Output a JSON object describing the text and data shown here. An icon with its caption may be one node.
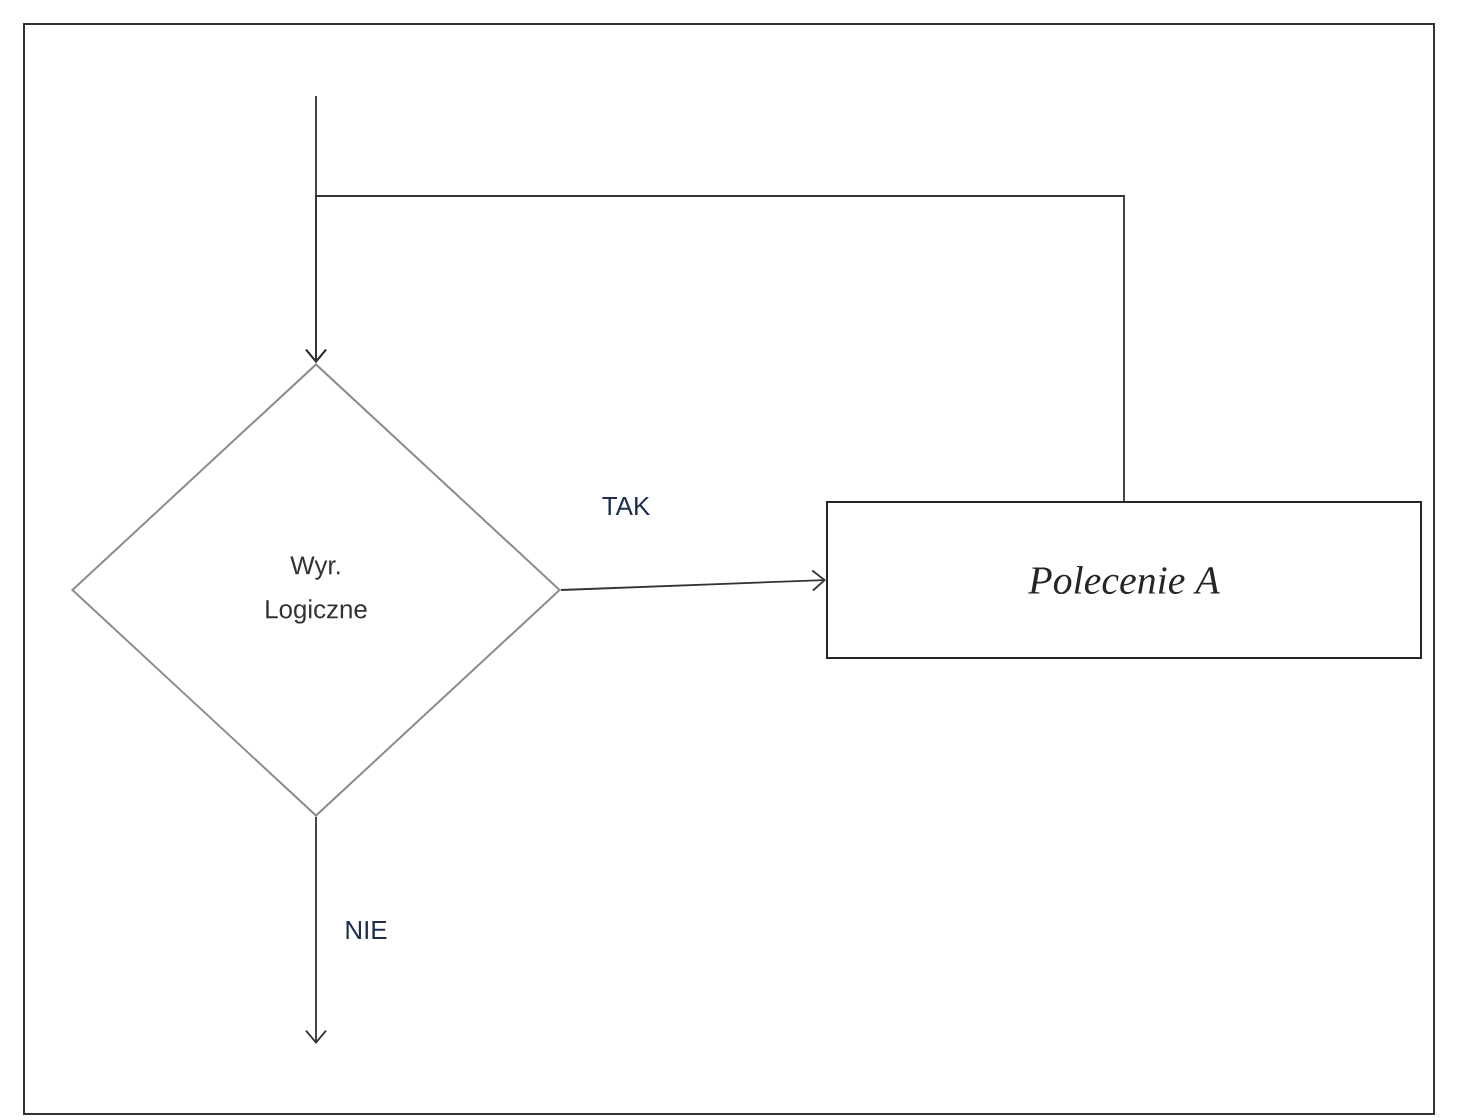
{
  "diagram": {
    "nodes": [
      {
        "text": [
          "Wyr. Logiczne"
        ]
      },
      {
        "text": [
          "Polecenie A"
        ]
      }
    ],
    "edges": [
      {
        "from": null,
        "to": 0,
        "arrow": "to"
      },
      {
        "from": 1,
        "to": 0,
        "arrow": "to"
      },
      {
        "from": 0,
        "to": 1,
        "arrow": "to",
        "label": "TAK"
      },
      {
        "from": 0,
        "to": null,
        "arrow": "to",
        "label": "NIE"
      }
    ]
  }
}
